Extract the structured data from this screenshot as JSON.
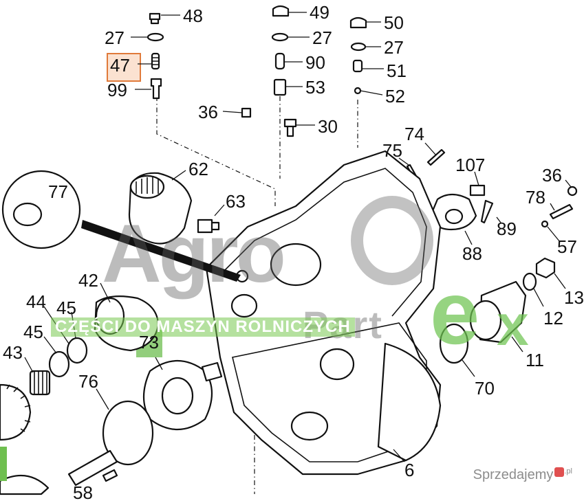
{
  "callouts": [
    {
      "id": "48",
      "text": "48"
    },
    {
      "id": "27a",
      "text": "27"
    },
    {
      "id": "47",
      "text": "47"
    },
    {
      "id": "99",
      "text": "99"
    },
    {
      "id": "49",
      "text": "49"
    },
    {
      "id": "27b",
      "text": "27"
    },
    {
      "id": "90",
      "text": "90"
    },
    {
      "id": "53",
      "text": "53"
    },
    {
      "id": "36a",
      "text": "36"
    },
    {
      "id": "30",
      "text": "30"
    },
    {
      "id": "50",
      "text": "50"
    },
    {
      "id": "27c",
      "text": "27"
    },
    {
      "id": "51",
      "text": "51"
    },
    {
      "id": "52",
      "text": "52"
    },
    {
      "id": "74",
      "text": "74"
    },
    {
      "id": "75",
      "text": "75"
    },
    {
      "id": "107",
      "text": "107"
    },
    {
      "id": "36b",
      "text": "36"
    },
    {
      "id": "78",
      "text": "78"
    },
    {
      "id": "89",
      "text": "89"
    },
    {
      "id": "88",
      "text": "88"
    },
    {
      "id": "57",
      "text": "57"
    },
    {
      "id": "62",
      "text": "62"
    },
    {
      "id": "63",
      "text": "63"
    },
    {
      "id": "77",
      "text": "77"
    },
    {
      "id": "42",
      "text": "42"
    },
    {
      "id": "44",
      "text": "44"
    },
    {
      "id": "45a",
      "text": "45"
    },
    {
      "id": "45b",
      "text": "45"
    },
    {
      "id": "43",
      "text": "43"
    },
    {
      "id": "73",
      "text": "73"
    },
    {
      "id": "76",
      "text": "76"
    },
    {
      "id": "13",
      "text": "13"
    },
    {
      "id": "12",
      "text": "12"
    },
    {
      "id": "11",
      "text": "11"
    },
    {
      "id": "70",
      "text": "70"
    },
    {
      "id": "6",
      "text": "6"
    },
    {
      "id": "58",
      "text": "58"
    }
  ],
  "watermark": {
    "brand_big": "Agro",
    "brand_small": "Part",
    "brand_e": "e",
    "brand_x": "x",
    "band_text": "CZĘŚCI DO MASZYN ROLNICZYCH",
    "footer": "Sprzedajemy",
    "footer_suffix": ".pl"
  },
  "colors": {
    "highlight_47": "#e07a3a",
    "highlight_73": "#6ebe50",
    "watermark_green": "#78c850",
    "line": "#111111"
  }
}
